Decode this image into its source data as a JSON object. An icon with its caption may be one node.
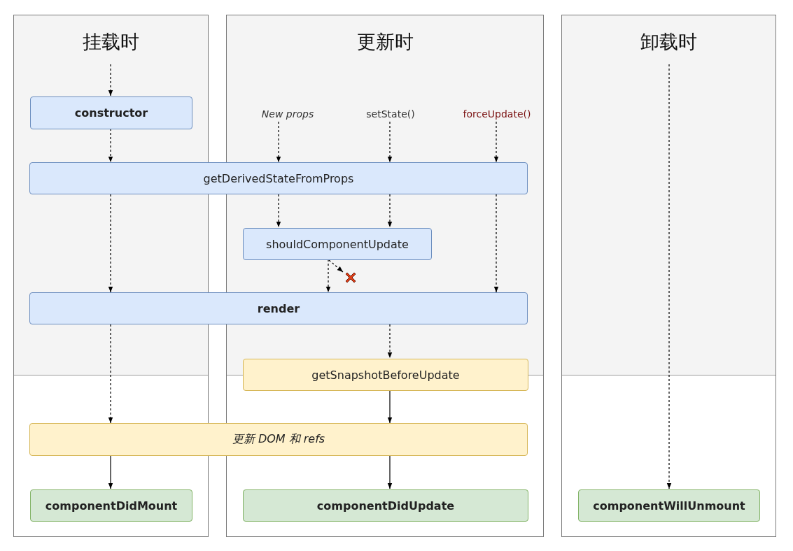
{
  "diagram": {
    "nodes": [
      {
        "text": [
          "挂载时"
        ]
      },
      {
        "text": [
          "更新时"
        ]
      },
      {
        "text": [
          "卸载时"
        ]
      },
      {
        "text": [
          "constructor"
        ],
        "in": 0
      },
      {
        "text": [
          "New props"
        ],
        "in": 1
      },
      {
        "text": [
          "setState()"
        ],
        "in": 1
      },
      {
        "text": [
          "forceUpdate()"
        ],
        "in": 1
      },
      {
        "text": [
          "getDerivedStateFromProps"
        ]
      },
      {
        "text": [
          "shouldComponentUpdate"
        ],
        "in": 1
      },
      {
        "text": [],
        "shape": "cross",
        "in": 1
      },
      {
        "text": [
          "render"
        ]
      },
      {
        "text": [
          "getSnapshotBeforeUpdate"
        ],
        "in": 1
      },
      {
        "text": [
          "更新 DOM 和 refs"
        ]
      },
      {
        "text": [
          "componentDidMount"
        ],
        "in": 0
      },
      {
        "text": [
          "componentDidUpdate"
        ],
        "in": 1
      },
      {
        "text": [
          "componentWillUnmount"
        ],
        "in": 2
      }
    ],
    "edges": [
      {
        "from": null,
        "to": 3,
        "arrow": "to",
        "style": "dashed"
      },
      {
        "from": 3,
        "to": 7,
        "arrow": "to",
        "style": "dashed"
      },
      {
        "from": 4,
        "to": 7,
        "arrow": "to",
        "style": "dashed"
      },
      {
        "from": 5,
        "to": 7,
        "arrow": "to",
        "style": "dashed"
      },
      {
        "from": 6,
        "to": 7,
        "arrow": "to",
        "style": "dashed"
      },
      {
        "from": 7,
        "to": 10,
        "arrow": "to",
        "style": "dashed"
      },
      {
        "from": 7,
        "to": 8,
        "arrow": "to",
        "style": "dashed"
      },
      {
        "from": 7,
        "to": 8,
        "arrow": "to",
        "style": "dashed"
      },
      {
        "from": 7,
        "to": 10,
        "arrow": "to",
        "style": "dashed"
      },
      {
        "from": 8,
        "to": 10,
        "arrow": "to",
        "style": "dashed"
      },
      {
        "from": 8,
        "to": 9,
        "arrow": "to",
        "style": "dashed"
      },
      {
        "from": 10,
        "to": 11,
        "arrow": "to",
        "style": "dashed"
      },
      {
        "from": 10,
        "to": 12,
        "arrow": "to",
        "style": "dashed"
      },
      {
        "from": 11,
        "to": 12,
        "arrow": "to"
      },
      {
        "from": 12,
        "to": 13,
        "arrow": "to"
      },
      {
        "from": 12,
        "to": 14,
        "arrow": "to"
      },
      {
        "from": null,
        "to": 15,
        "arrow": "to",
        "style": "dashed"
      }
    ]
  }
}
